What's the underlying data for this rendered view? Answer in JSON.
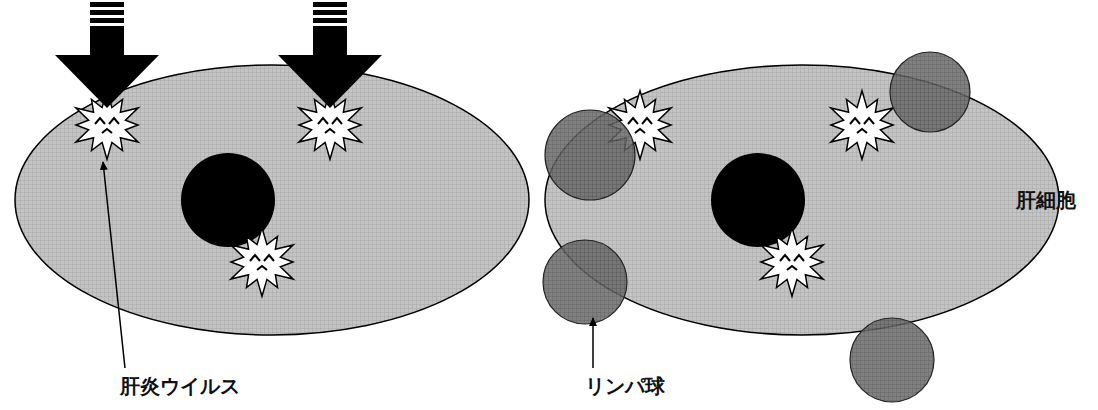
{
  "diagram": {
    "labels": [
      "肝炎ウイルス",
      "リンパ球",
      "肝細胞"
    ]
  }
}
